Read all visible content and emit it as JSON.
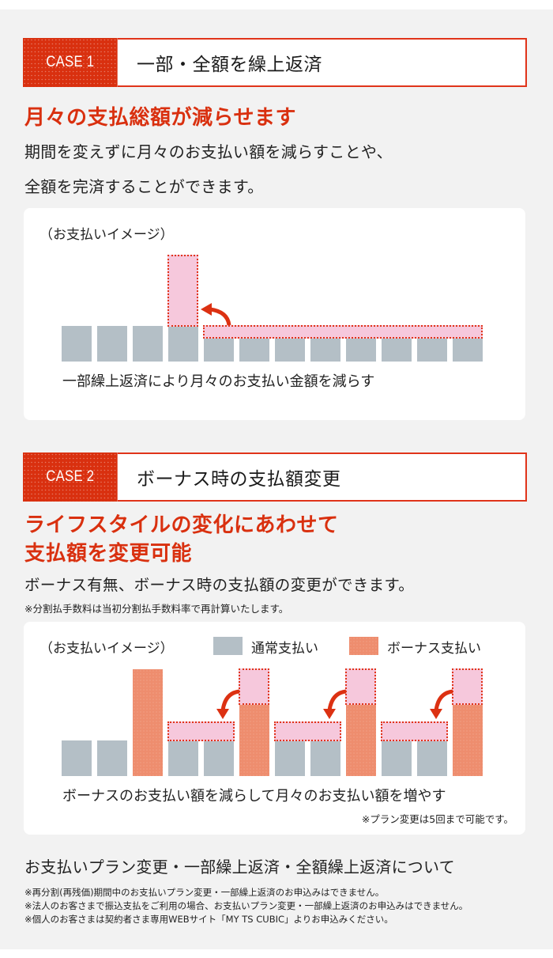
{
  "case1": {
    "label": "CASE 1",
    "title": "一部・全額を繰上返済",
    "headline": "月々の支払総額が減らせます",
    "body_lines": [
      "期間を変えずに月々のお支払い額を減らすことや、",
      "全額を完済することができます。"
    ],
    "image_label": "（お支払いイメージ）",
    "caption": "一部繰上返済により月々のお支払い金額を減らす"
  },
  "case2": {
    "label": "CASE 2",
    "title": "ボーナス時の支払額変更",
    "headline_lines": [
      "ライフスタイルの変化にあわせて",
      "支払額を変更可能"
    ],
    "body": "ボーナス有無、ボーナス時の支払額の変更ができます。",
    "note": "※分割払手数料は当初分割払手数料率で再計算いたします。",
    "image_label": "（お支払いイメージ）",
    "legend": [
      {
        "label": "通常支払い",
        "color": "#b4bfc6"
      },
      {
        "label": "ボーナス支払い",
        "color": "#ee8d6e"
      }
    ],
    "caption": "ボーナスのお支払い額を減らして月々のお支払い額を増やす",
    "note2": "※プラン変更は5回まで可能です。"
  },
  "footer": {
    "title": "お支払いプラン変更・一部繰上返済・全額繰上返済について",
    "notes": [
      "※再分割(再残価)期間中のお支払いプラン変更・一部繰上返済のお申込みはできません。",
      "※法人のお客さまで振込支払をご利用の場合、お支払いプラン変更・一部繰上返済のお申込みはできません。",
      "※個人のお客さまは契約者さま専用WEBサイト「MY TS CUBIC」よりお申込みください。"
    ]
  },
  "colors": {
    "accent": "#d9300f",
    "normal_payment": "#b4bfc6",
    "bonus_payment": "#ee8d6e",
    "moved_amount": "#f6c8dc",
    "background": "#f2f2f2"
  }
}
